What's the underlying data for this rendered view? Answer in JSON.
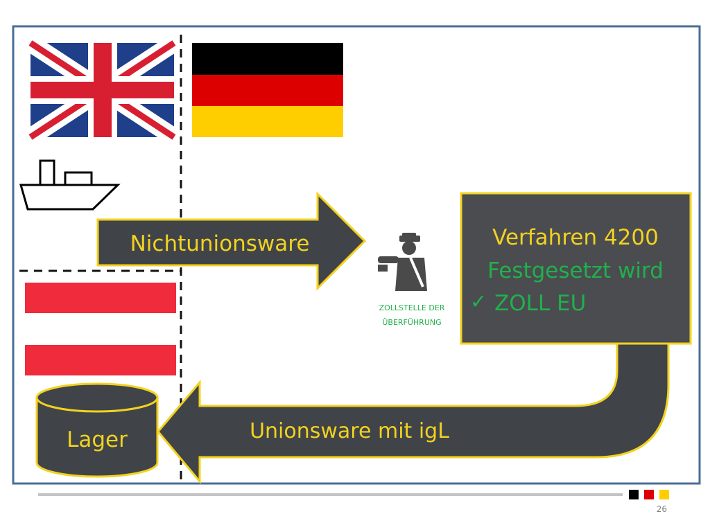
{
  "slide": {
    "page_number": "26",
    "colors": {
      "frame": "#4a6d96",
      "arrow_fill": "#404449",
      "arrow_stroke": "#f2d21f",
      "box_fill": "#4a4c50",
      "text_gold": "#f2d21f",
      "text_green": "#21b04b",
      "customs_green": "#21b04b",
      "flag_black": "#000000",
      "flag_red": "#dd0000",
      "flag_gold": "#ffce00",
      "austria_red": "#ef2b3c",
      "uk_blue": "#1f3f8a",
      "uk_red": "#d81f32"
    }
  },
  "flags": {
    "uk": {
      "icon": "uk-flag-icon"
    },
    "germany": {
      "icon": "germany-flag-icon"
    },
    "austria": {
      "icon": "austria-flag-icon"
    }
  },
  "ship": {
    "icon": "ship-icon"
  },
  "arrow_top": {
    "label": "Nichtunionsware"
  },
  "customs": {
    "icon": "customs-officer-icon",
    "line1": "ZOLLSTELLE DER",
    "line2": "ÜBERFÜHRUNG"
  },
  "procedure_box": {
    "title": "Verfahren 4200",
    "line2": "Festgesetzt wird",
    "check_mark": "✓",
    "line3": "ZOLL EU"
  },
  "arrow_bottom": {
    "label": "Unionsware mit igL"
  },
  "warehouse": {
    "icon": "warehouse-cylinder-icon",
    "label": "Lager"
  },
  "footer": {
    "flag_squares": [
      "#000000",
      "#dd0000",
      "#ffce00"
    ]
  }
}
